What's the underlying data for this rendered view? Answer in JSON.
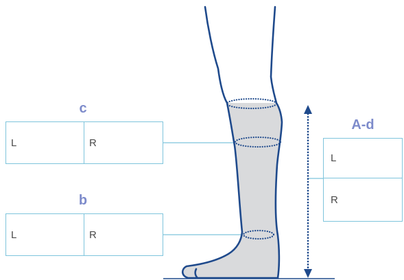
{
  "colors": {
    "heading": "#7d8bcb",
    "box_border": "#7ec4dc",
    "leg_outline": "#1f4a8c",
    "leg_fill": "#d9dadc",
    "measure_line": "#1f4a8c",
    "connector": "#7ec4dc",
    "cell_text": "#4a4a4a"
  },
  "measurements": {
    "c": {
      "label": "c",
      "left": "L",
      "right": "R"
    },
    "b": {
      "label": "b",
      "left": "L",
      "right": "R"
    },
    "a_d": {
      "label": "A-d",
      "top": "L",
      "bottom": "R"
    }
  },
  "icons": {
    "height_arrow": "double-headed-vertical-arrow",
    "floor": "floor-line"
  }
}
